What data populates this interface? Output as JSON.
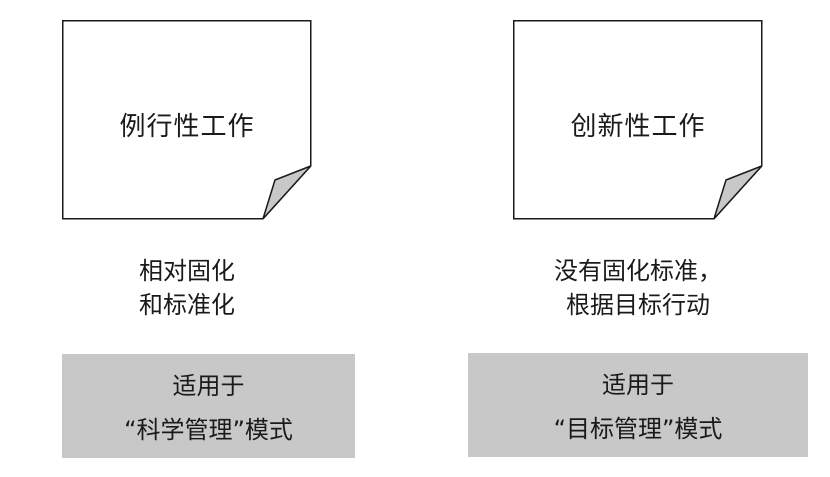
{
  "columns": [
    {
      "note_title": "例行性工作",
      "description": [
        "相对固化",
        "和标准化"
      ],
      "box": [
        "适用于",
        "“科学管理”模式"
      ]
    },
    {
      "note_title": "创新性工作",
      "description": [
        "没有固化标准，",
        "根据目标行动"
      ],
      "box": [
        "适用于",
        "“目标管理”模式"
      ]
    }
  ]
}
